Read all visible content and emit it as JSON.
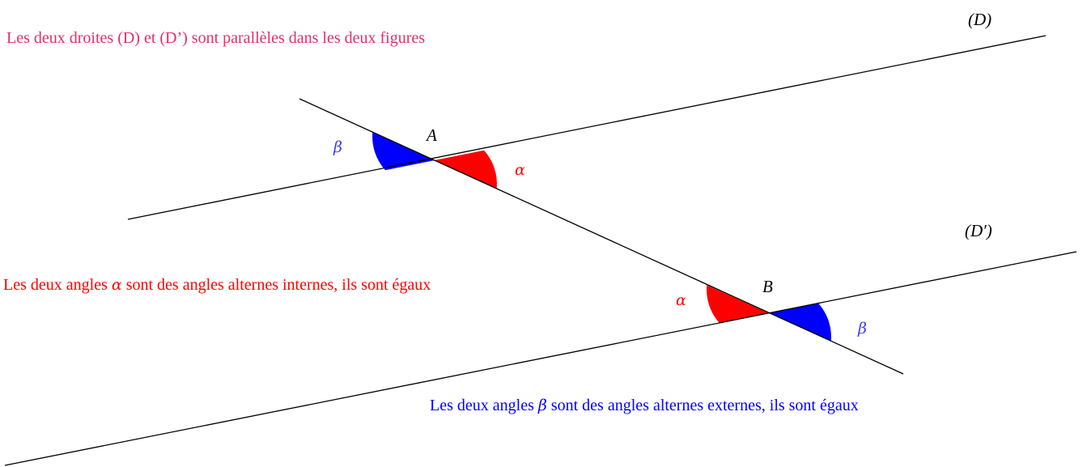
{
  "colors": {
    "caption_top": "#e0306a",
    "caption_internal": "#ff0000",
    "caption_external": "#0000ff",
    "alpha": "#ff0000",
    "beta": "#0000ff",
    "beta_label": "#3b3bff",
    "line": "#000000"
  },
  "captions": {
    "parallel": "Les deux droites (D) et (D’) sont parallèles dans les deux figures",
    "internal_prefix": "Les deux angles ",
    "internal_symbol": "α",
    "internal_suffix": " sont des angles alternes internes, ils sont égaux",
    "external_prefix": "Les deux angles ",
    "external_symbol": "β",
    "external_suffix": " sont des angles alternes externes, ils sont égaux"
  },
  "lines": {
    "d": "(D)",
    "d_prime": "(D′)"
  },
  "points": {
    "a": "A",
    "b": "B"
  },
  "angles": {
    "alpha_a": "α",
    "beta_a": "β",
    "alpha_b": "α",
    "beta_b": "β"
  }
}
